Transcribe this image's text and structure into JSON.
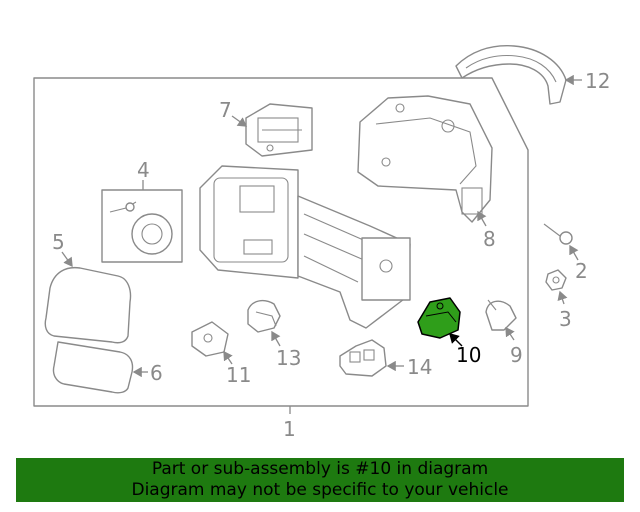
{
  "diagram": {
    "callouts": [
      "1",
      "2",
      "3",
      "4",
      "5",
      "6",
      "7",
      "8",
      "9",
      "10",
      "11",
      "12",
      "13",
      "14"
    ],
    "highlighted_part": "10",
    "colors": {
      "highlight_fill": "#2f9e1a",
      "line": "#8a8a8a",
      "banner_bg": "#1e7a10"
    }
  },
  "banner": {
    "line1": "Part or sub-assembly is #10 in diagram",
    "line2": "Diagram may not be specific to your vehicle"
  }
}
